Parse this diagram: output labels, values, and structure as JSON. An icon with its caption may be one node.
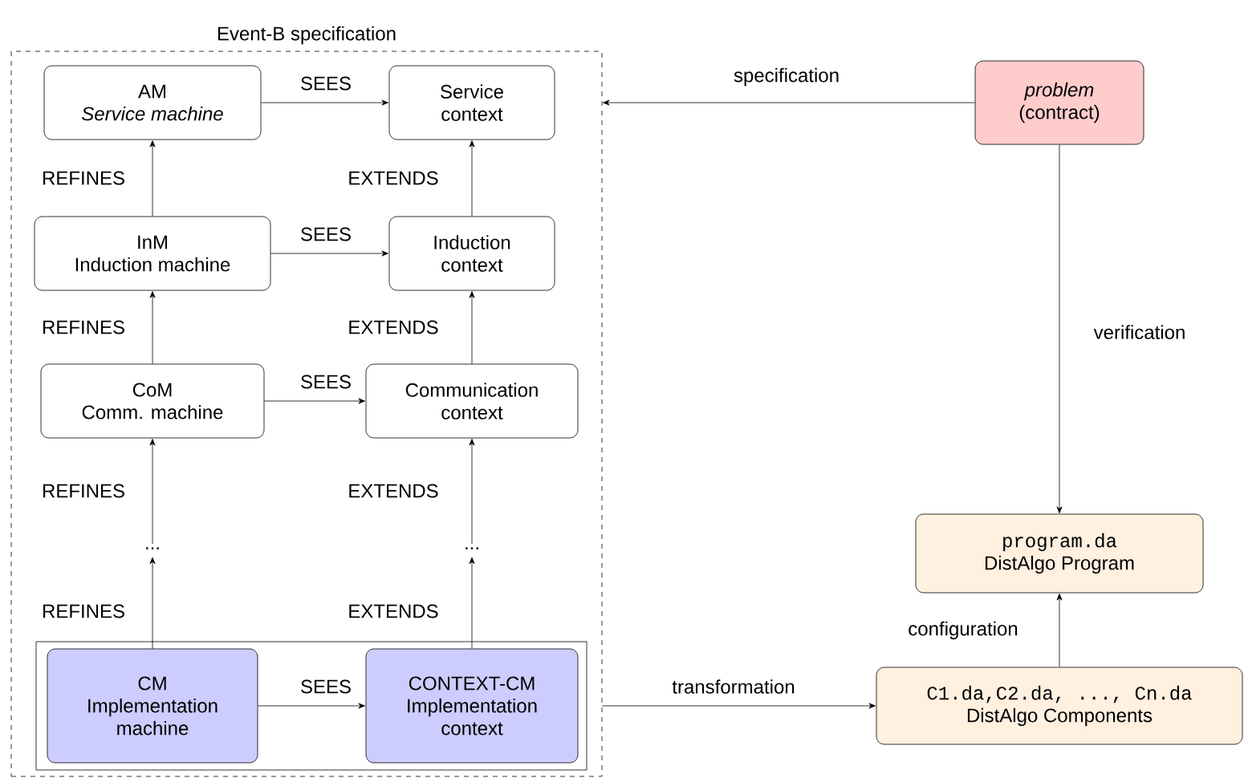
{
  "diagram": {
    "nodes": [
      {
        "text": [
          "Event-B specification"
        ]
      },
      {
        "text": [
          "AM",
          "Service machine"
        ],
        "in": 0
      },
      {
        "text": [
          "Service context"
        ],
        "in": 0
      },
      {
        "text": [
          "InM",
          "Induction machine"
        ],
        "in": 0
      },
      {
        "text": [
          "Induction context"
        ],
        "in": 0
      },
      {
        "text": [
          "CoM",
          "Comm. machine"
        ],
        "in": 0
      },
      {
        "text": [
          "Communication context"
        ],
        "in": 0
      },
      {
        "text": [
          "..."
        ],
        "in": 0
      },
      {
        "text": [
          "..."
        ],
        "in": 0
      },
      {
        "text": [],
        "shape": "box",
        "in": 0
      },
      {
        "text": [
          "CM",
          "Implementation machine"
        ],
        "in": 9
      },
      {
        "text": [
          "CONTEXT-CM",
          "Implementation context"
        ],
        "in": 9
      },
      {
        "text": [
          "problem",
          "(contract)"
        ]
      },
      {
        "text": [
          "program.da",
          "DistAlgo Program"
        ]
      },
      {
        "text": [
          "C1.da,C2.da, ..., Cn.da",
          "DistAlgo Components"
        ]
      }
    ],
    "edges": [
      {
        "from": 1,
        "to": 2,
        "arrow": "to",
        "label": "SEES"
      },
      {
        "from": 3,
        "to": 1,
        "arrow": "to",
        "label": "REFINES"
      },
      {
        "from": 4,
        "to": 2,
        "arrow": "to",
        "label": "EXTENDS"
      },
      {
        "from": 3,
        "to": 4,
        "arrow": "to",
        "label": "SEES"
      },
      {
        "from": 5,
        "to": 3,
        "arrow": "to",
        "label": "REFINES"
      },
      {
        "from": 6,
        "to": 4,
        "arrow": "to",
        "label": "EXTENDS"
      },
      {
        "from": 5,
        "to": 6,
        "arrow": "to",
        "label": "SEES"
      },
      {
        "from": 7,
        "to": 5,
        "arrow": "to",
        "label": "REFINES"
      },
      {
        "from": 8,
        "to": 6,
        "arrow": "to",
        "label": "EXTENDS"
      },
      {
        "from": 10,
        "to": 7,
        "arrow": "to",
        "label": "REFINES"
      },
      {
        "from": 11,
        "to": 8,
        "arrow": "to",
        "label": "EXTENDS"
      },
      {
        "from": 10,
        "to": 11,
        "arrow": "to",
        "label": "SEES"
      },
      {
        "from": 12,
        "to": 0,
        "arrow": "to",
        "label": "specification"
      },
      {
        "from": 12,
        "to": 13,
        "arrow": "to",
        "label": "verification"
      },
      {
        "from": 0,
        "to": 14,
        "arrow": "to",
        "label": "transformation"
      },
      {
        "from": 14,
        "to": 13,
        "arrow": "to",
        "label": "configuration"
      }
    ]
  }
}
